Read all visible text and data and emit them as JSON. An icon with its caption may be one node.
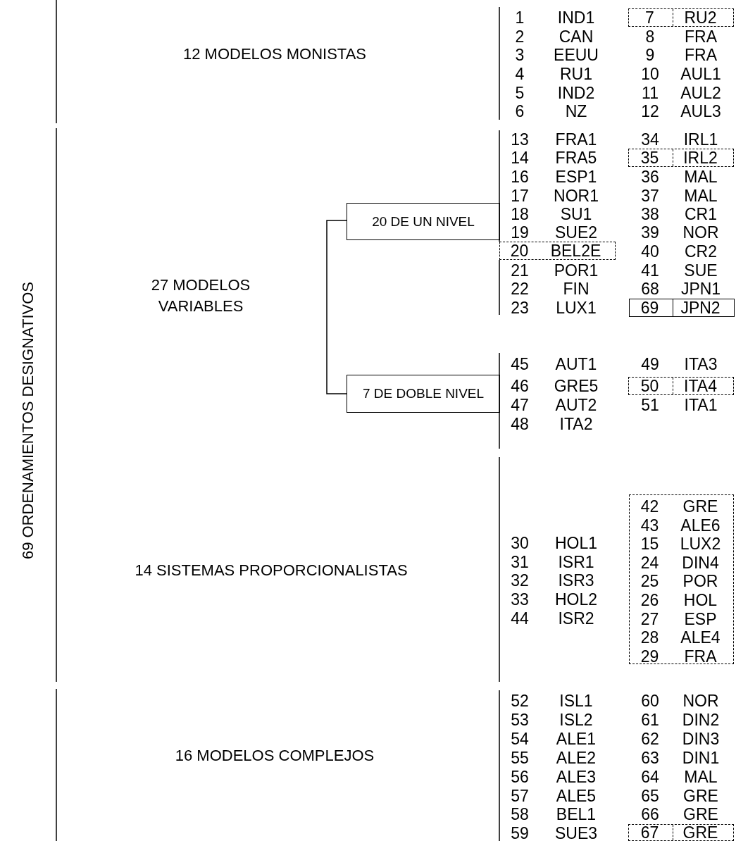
{
  "diagram": {
    "title": "69 ORDENAMIENTOS DESIGNATIVOS",
    "nodes": [
      {
        "text": [
          "7",
          "RU2"
        ]
      },
      {
        "text": [
          "35",
          "IRL2"
        ]
      },
      {
        "text": [
          "20 DE UN NIVEL"
        ]
      },
      {
        "text": [
          "20",
          "BEL2E"
        ]
      },
      {
        "text": [
          "69",
          "JPN2"
        ]
      },
      {
        "text": [
          "7 DE DOBLE NIVEL"
        ]
      },
      {
        "text": [
          "50",
          "ITA4"
        ]
      },
      {
        "text": [
          "42",
          "GRE",
          "43",
          "ALE6",
          "15",
          "LUX2",
          "24",
          "DIN4",
          "25",
          "POR",
          "26",
          "HOL",
          "27",
          "ESP",
          "28",
          "ALE4",
          "29",
          "FRA"
        ]
      },
      {
        "text": [
          "67",
          "GRE"
        ]
      }
    ],
    "labels": [
      "12 MODELOS MONISTAS",
      "1",
      "IND1",
      "2",
      "CAN",
      "8",
      "FRA",
      "3",
      "EEUU",
      "9",
      "FRA",
      "4",
      "RU1",
      "10",
      "AUL1",
      "5",
      "IND2",
      "11",
      "AUL2",
      "6",
      "NZ",
      "12",
      "AUL3",
      "27 MODELOS VARIABLES",
      "13",
      "FRA1",
      "34",
      "IRL1",
      "14",
      "FRA5",
      "16",
      "ESP1",
      "36",
      "MAL",
      "17",
      "NOR1",
      "37",
      "MAL",
      "18",
      "SU1",
      "38",
      "CR1",
      "19",
      "SUE2",
      "39",
      "NOR",
      "40",
      "CR2",
      "21",
      "POR1",
      "41",
      "SUE",
      "22",
      "FIN",
      "68",
      "JPN1",
      "23",
      "LUX1",
      "45",
      "AUT1",
      "49",
      "ITA3",
      "46",
      "GRE5",
      "47",
      "AUT2",
      "51",
      "ITA1",
      "48",
      "ITA2",
      "14 SISTEMAS PROPORCIONALISTAS",
      "30",
      "HOL1",
      "31",
      "ISR1",
      "32",
      "ISR3",
      "33",
      "HOL2",
      "44",
      "ISR2",
      "16 MODELOS COMPLEJOS",
      "52",
      "ISL1",
      "60",
      "NOR",
      "53",
      "ISL2",
      "61",
      "DIN2",
      "54",
      "ALE1",
      "62",
      "DIN3",
      "55",
      "ALE2",
      "63",
      "DIN1",
      "56",
      "ALE3",
      "64",
      "MAL",
      "57",
      "ALE5",
      "65",
      "GRE",
      "58",
      "BEL1",
      "66",
      "GRE",
      "59",
      "SUE3"
    ]
  }
}
